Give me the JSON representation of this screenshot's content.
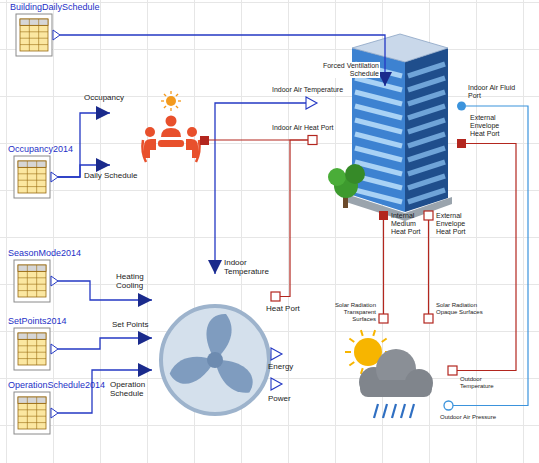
{
  "diagram": {
    "nodes": [
      {
        "text": [
          "BuildingDailySchedule"
        ]
      },
      {
        "text": [
          "Occupancy2014"
        ]
      },
      {
        "text": [
          "Occupancy",
          "Daily Schedule"
        ]
      },
      {
        "text": [
          "Forced Ventilation Schedule",
          "Indoor Air Temperature",
          "Indoor Air Heat Port",
          "Indoor Air Fluid Port",
          "External Envelope Heat Port",
          "Internal Medium Heat Port",
          "External Envelope Heat Port"
        ]
      },
      {
        "text": [
          "SeasonMode2014"
        ]
      },
      {
        "text": [
          "SetPoints2014"
        ]
      },
      {
        "text": [
          "OperationSchedule2014"
        ]
      },
      {
        "text": [
          "Heating Cooling",
          "Set Points",
          "Operation Schedule",
          "Indoor Temperature",
          "Heat Port",
          "Energy",
          "Power"
        ]
      },
      {
        "text": [
          "Solar Radiation Transparent Surfaces",
          "Solar Radiation Opaque Surfaces",
          "Outdoor Temperature",
          "Outdoor Air Pressure"
        ]
      }
    ],
    "edges": [
      {
        "from": 0,
        "to": 3,
        "arrow": "to"
      },
      {
        "from": 1,
        "to": 2,
        "arrow": "to"
      },
      {
        "from": 1,
        "to": 2,
        "arrow": "to"
      },
      {
        "from": 4,
        "to": 7,
        "arrow": "to"
      },
      {
        "from": 5,
        "to": 7,
        "arrow": "to"
      },
      {
        "from": 6,
        "to": 7,
        "arrow": "to"
      },
      {
        "from": 3,
        "to": 7,
        "arrow": "to"
      },
      {
        "from": 2,
        "to": 3,
        "arrow": "none"
      },
      {
        "from": 7,
        "to": 3,
        "arrow": "none"
      },
      {
        "from": 3,
        "to": 8,
        "arrow": "none"
      },
      {
        "from": 3,
        "to": 8,
        "arrow": "none"
      },
      {
        "from": 3,
        "to": 8,
        "arrow": "none"
      },
      {
        "from": 3,
        "to": 8,
        "arrow": "none"
      }
    ]
  }
}
